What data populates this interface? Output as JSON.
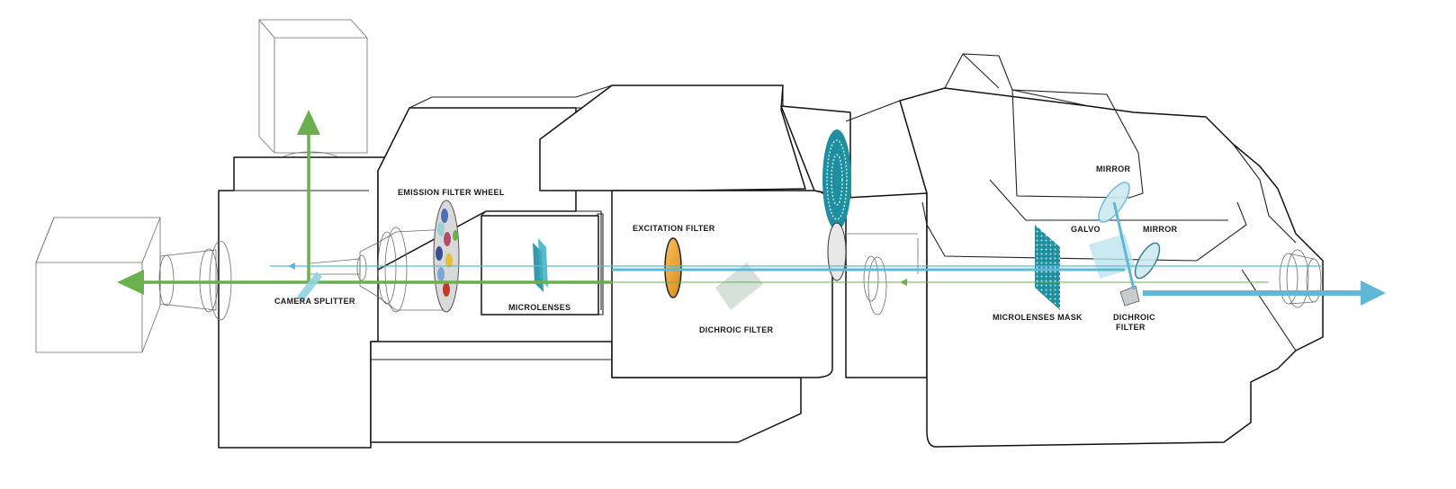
{
  "labels": {
    "emission_filter_wheel": "EMISSION FILTER WHEEL",
    "camera_splitter": "CAMERA SPLITTER",
    "microlenses": "MICROLENSES",
    "excitation_filter": "EXCITATION FILTER",
    "dichroic_filter_center": "DICHROIC FILTER",
    "mirror_top": "MIRROR",
    "galvo": "GALVO",
    "mirror_right": "MIRROR",
    "microlenses_mask": "MICROLENSES MASK",
    "dichroic_filter_right_line1": "DICHROIC",
    "dichroic_filter_right_line2": "FILTER"
  },
  "colors": {
    "green_beam": "#6ab04c",
    "blue_beam": "#5fb8d6",
    "teal_component": "#1f8fa0",
    "amber_filter": "#f0a830",
    "outline": "#111111"
  }
}
